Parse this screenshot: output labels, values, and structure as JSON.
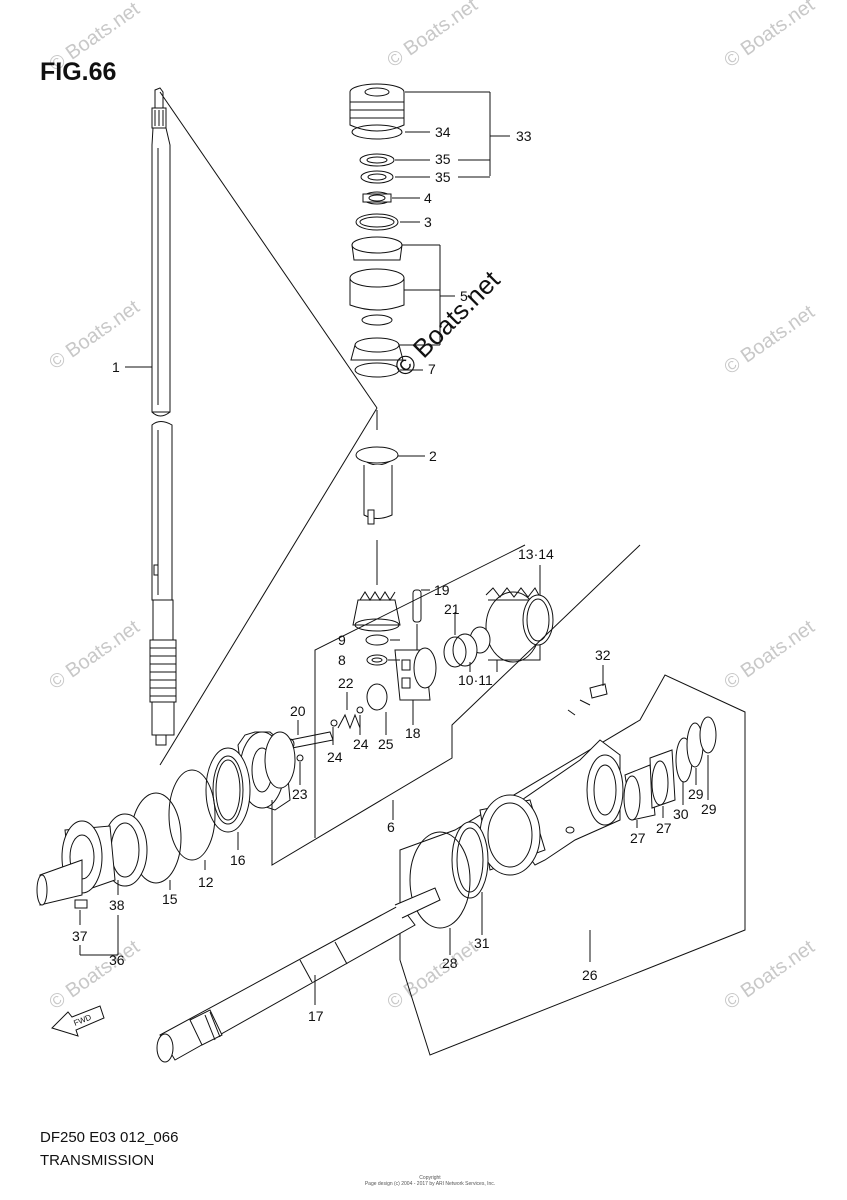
{
  "figure": {
    "title": "FIG.66",
    "model_code": "DF250 E03 012_066",
    "section": "TRANSMISSION",
    "copyright_line1": "Copyright",
    "copyright_line2": "Page design (c) 2004 - 2017 by ARI Network Services, Inc.",
    "watermark_main": "© Boats.net",
    "watermark_repeat": "© Boats.net",
    "fwd_label": "FWD"
  },
  "callouts": [
    "1",
    "2",
    "3",
    "4",
    "5",
    "7",
    "33",
    "34",
    "35",
    "35",
    "13·14",
    "19",
    "21",
    "9",
    "8",
    "10·11",
    "22",
    "20",
    "24",
    "24",
    "25",
    "18",
    "23",
    "32",
    "16",
    "12",
    "15",
    "38",
    "37",
    "36",
    "6",
    "27",
    "27",
    "30",
    "29",
    "29",
    "31",
    "28",
    "26",
    "17"
  ]
}
